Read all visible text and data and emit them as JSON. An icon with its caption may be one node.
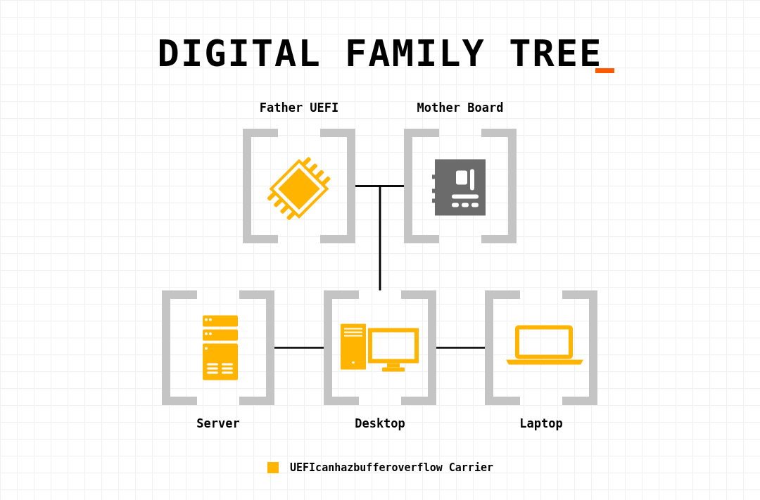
{
  "diagram": {
    "title": "DIGITAL FAMILY TREE",
    "nodes": [
      {
        "text": [
          "Father UEFI"
        ]
      },
      {
        "text": [
          "Mother Board"
        ]
      },
      {
        "text": [
          "Server"
        ]
      },
      {
        "text": [
          "Desktop"
        ]
      },
      {
        "text": [
          "Laptop"
        ]
      }
    ],
    "edges": [
      {
        "from": 0,
        "to": 1,
        "arrow": "none"
      },
      {
        "from": 0,
        "to": 3,
        "arrow": "none"
      },
      {
        "from": 1,
        "to": 3,
        "arrow": "none"
      },
      {
        "from": 2,
        "to": 3,
        "arrow": "none"
      },
      {
        "from": 3,
        "to": 4,
        "arrow": "none"
      }
    ],
    "legend": [
      {
        "text": "UEFIcanhazbufferoverflow Carrier",
        "color": "#ffb400"
      }
    ]
  }
}
